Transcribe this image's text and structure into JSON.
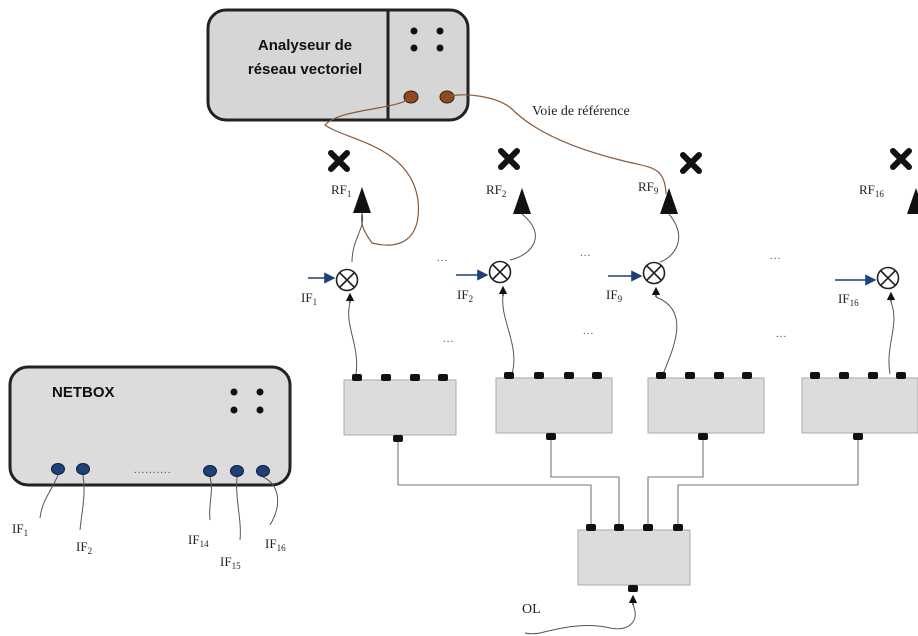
{
  "analyzer": {
    "line1": "Analyseur de",
    "line2": "réseau vectoriel"
  },
  "reference_path_label": "Voie de référence",
  "netbox": {
    "title": "NETBOX",
    "port_gap": "..........",
    "ports": [
      {
        "base": "IF",
        "sub": "1"
      },
      {
        "base": "IF",
        "sub": "2"
      },
      {
        "base": "IF",
        "sub": "14"
      },
      {
        "base": "IF",
        "sub": "15"
      },
      {
        "base": "IF",
        "sub": "16"
      }
    ]
  },
  "chains": [
    {
      "rf": {
        "base": "RF",
        "sub": "1"
      },
      "if": {
        "base": "IF",
        "sub": "1"
      }
    },
    {
      "rf": {
        "base": "RF",
        "sub": "2"
      },
      "if": {
        "base": "IF",
        "sub": "2"
      }
    },
    {
      "rf": {
        "base": "RF",
        "sub": "9"
      },
      "if": {
        "base": "IF",
        "sub": "9"
      }
    },
    {
      "rf": {
        "base": "RF",
        "sub": "16"
      },
      "if": {
        "base": "IF",
        "sub": "16"
      }
    }
  ],
  "ellipsis": "...",
  "lo_label": "OL",
  "colors": {
    "box_fill": "#dcdcdc",
    "panel_fill": "#d6d6d6",
    "cable": "#8a5a3a",
    "port_brown": "#8b4a23",
    "port_blue": "#1f3f7a",
    "arrow": "#1f3f7a"
  }
}
